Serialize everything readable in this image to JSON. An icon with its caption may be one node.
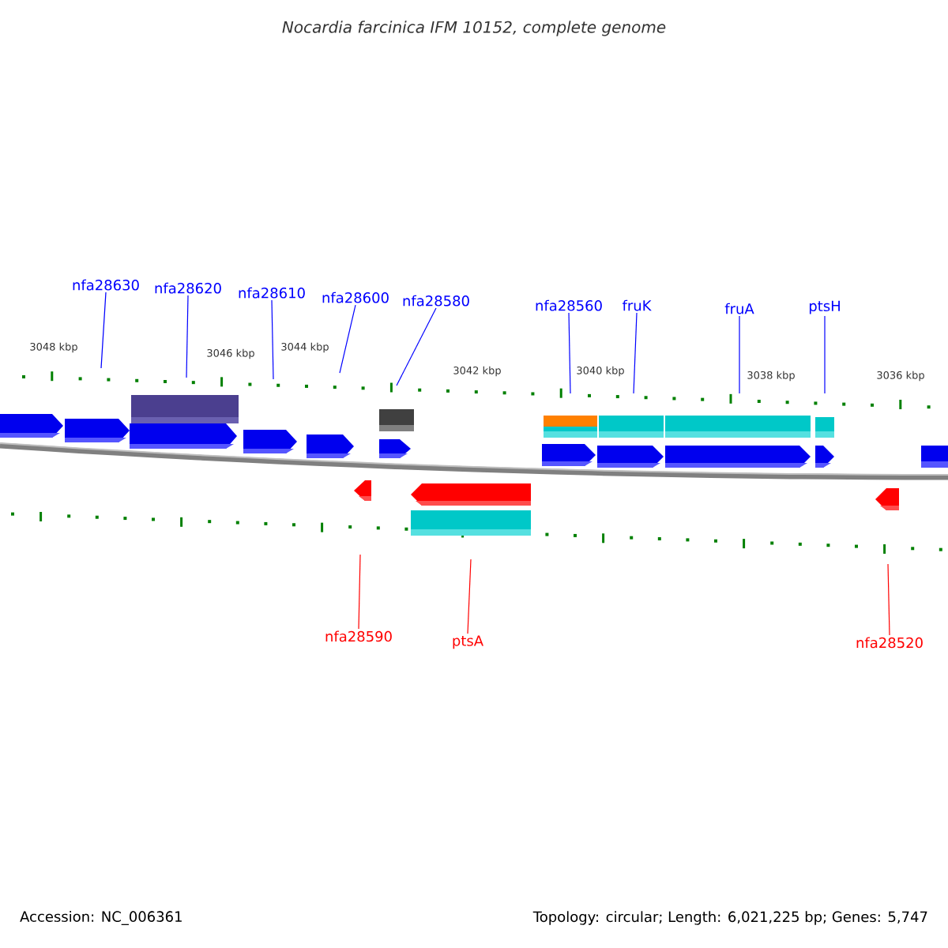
{
  "diagram": {
    "title": "Nocardia farcinica IFM 10152, complete genome",
    "nodes": [
      {
        "text": [
          "nfa28630"
        ]
      },
      {
        "text": [
          "nfa28620"
        ]
      },
      {
        "text": [
          "nfa28610"
        ]
      },
      {
        "text": [
          "nfa28600"
        ]
      },
      {
        "text": [
          "nfa28580"
        ]
      },
      {
        "text": [
          "nfa28560"
        ]
      },
      {
        "text": [
          "fruK"
        ]
      },
      {
        "text": [
          "fruA"
        ]
      },
      {
        "text": [
          "ptsH"
        ]
      },
      {
        "text": [
          "nfa28590"
        ]
      },
      {
        "text": [
          "ptsA"
        ]
      },
      {
        "text": [
          "nfa28520"
        ]
      }
    ],
    "edges": [
      {
        "from": 0,
        "to": null,
        "arrow": "none"
      },
      {
        "from": 1,
        "to": null,
        "arrow": "none"
      },
      {
        "from": 2,
        "to": null,
        "arrow": "none"
      },
      {
        "from": 3,
        "to": null,
        "arrow": "none"
      },
      {
        "from": 4,
        "to": null,
        "arrow": "none"
      },
      {
        "from": 5,
        "to": null,
        "arrow": "none"
      },
      {
        "from": 6,
        "to": null,
        "arrow": "none"
      },
      {
        "from": 7,
        "to": null,
        "arrow": "none"
      },
      {
        "from": 8,
        "to": null,
        "arrow": "none"
      },
      {
        "from": 9,
        "to": null,
        "arrow": "none",
        "color": "#ff0000"
      },
      {
        "from": 10,
        "to": null,
        "arrow": "none",
        "color": "#ff0000"
      },
      {
        "from": 11,
        "to": null,
        "arrow": "none",
        "color": "#ff0000"
      }
    ],
    "labels": [
      "3048 kbp",
      "3046 kbp",
      "3044 kbp",
      "3042 kbp",
      "3040 kbp",
      "3038 kbp",
      "3036 kbp",
      "Accession: NC_006361",
      "Topology: circular; Length: 6,021,225 bp; Genes: 5,747"
    ]
  }
}
